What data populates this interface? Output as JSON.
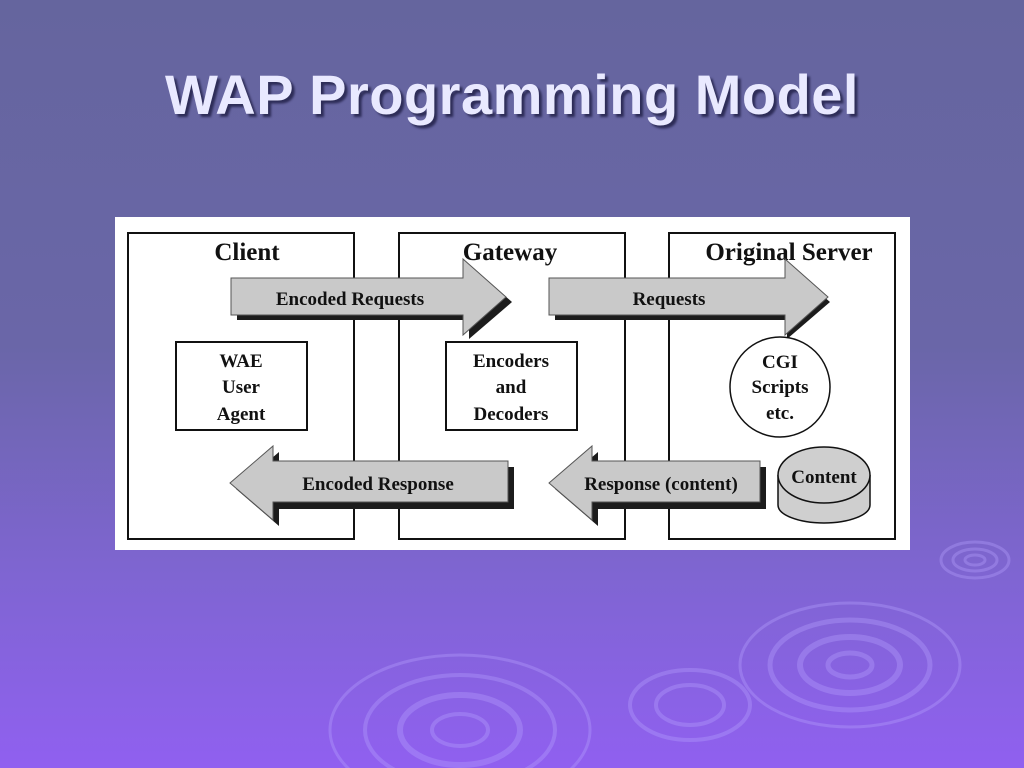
{
  "slide": {
    "title": "WAP Programming Model"
  },
  "diagram": {
    "columns": {
      "client": "Client",
      "gateway": "Gateway",
      "server": "Original Server"
    },
    "arrows": {
      "encoded_requests": "Encoded Requests",
      "requests": "Requests",
      "encoded_response": "Encoded Response",
      "response_content": "Response (content)"
    },
    "boxes": {
      "wae_user_agent": [
        "WAE",
        "User",
        "Agent"
      ],
      "encoders_decoders": [
        "Encoders",
        "and",
        "Decoders"
      ],
      "cgi_scripts": [
        "CGI",
        "Scripts",
        "etc."
      ],
      "content": "Content"
    }
  },
  "colors": {
    "arrow_fill": "#c9c9c9",
    "arrow_shadow": "#1c1c1c",
    "database_fill": "#cfcfcf"
  }
}
